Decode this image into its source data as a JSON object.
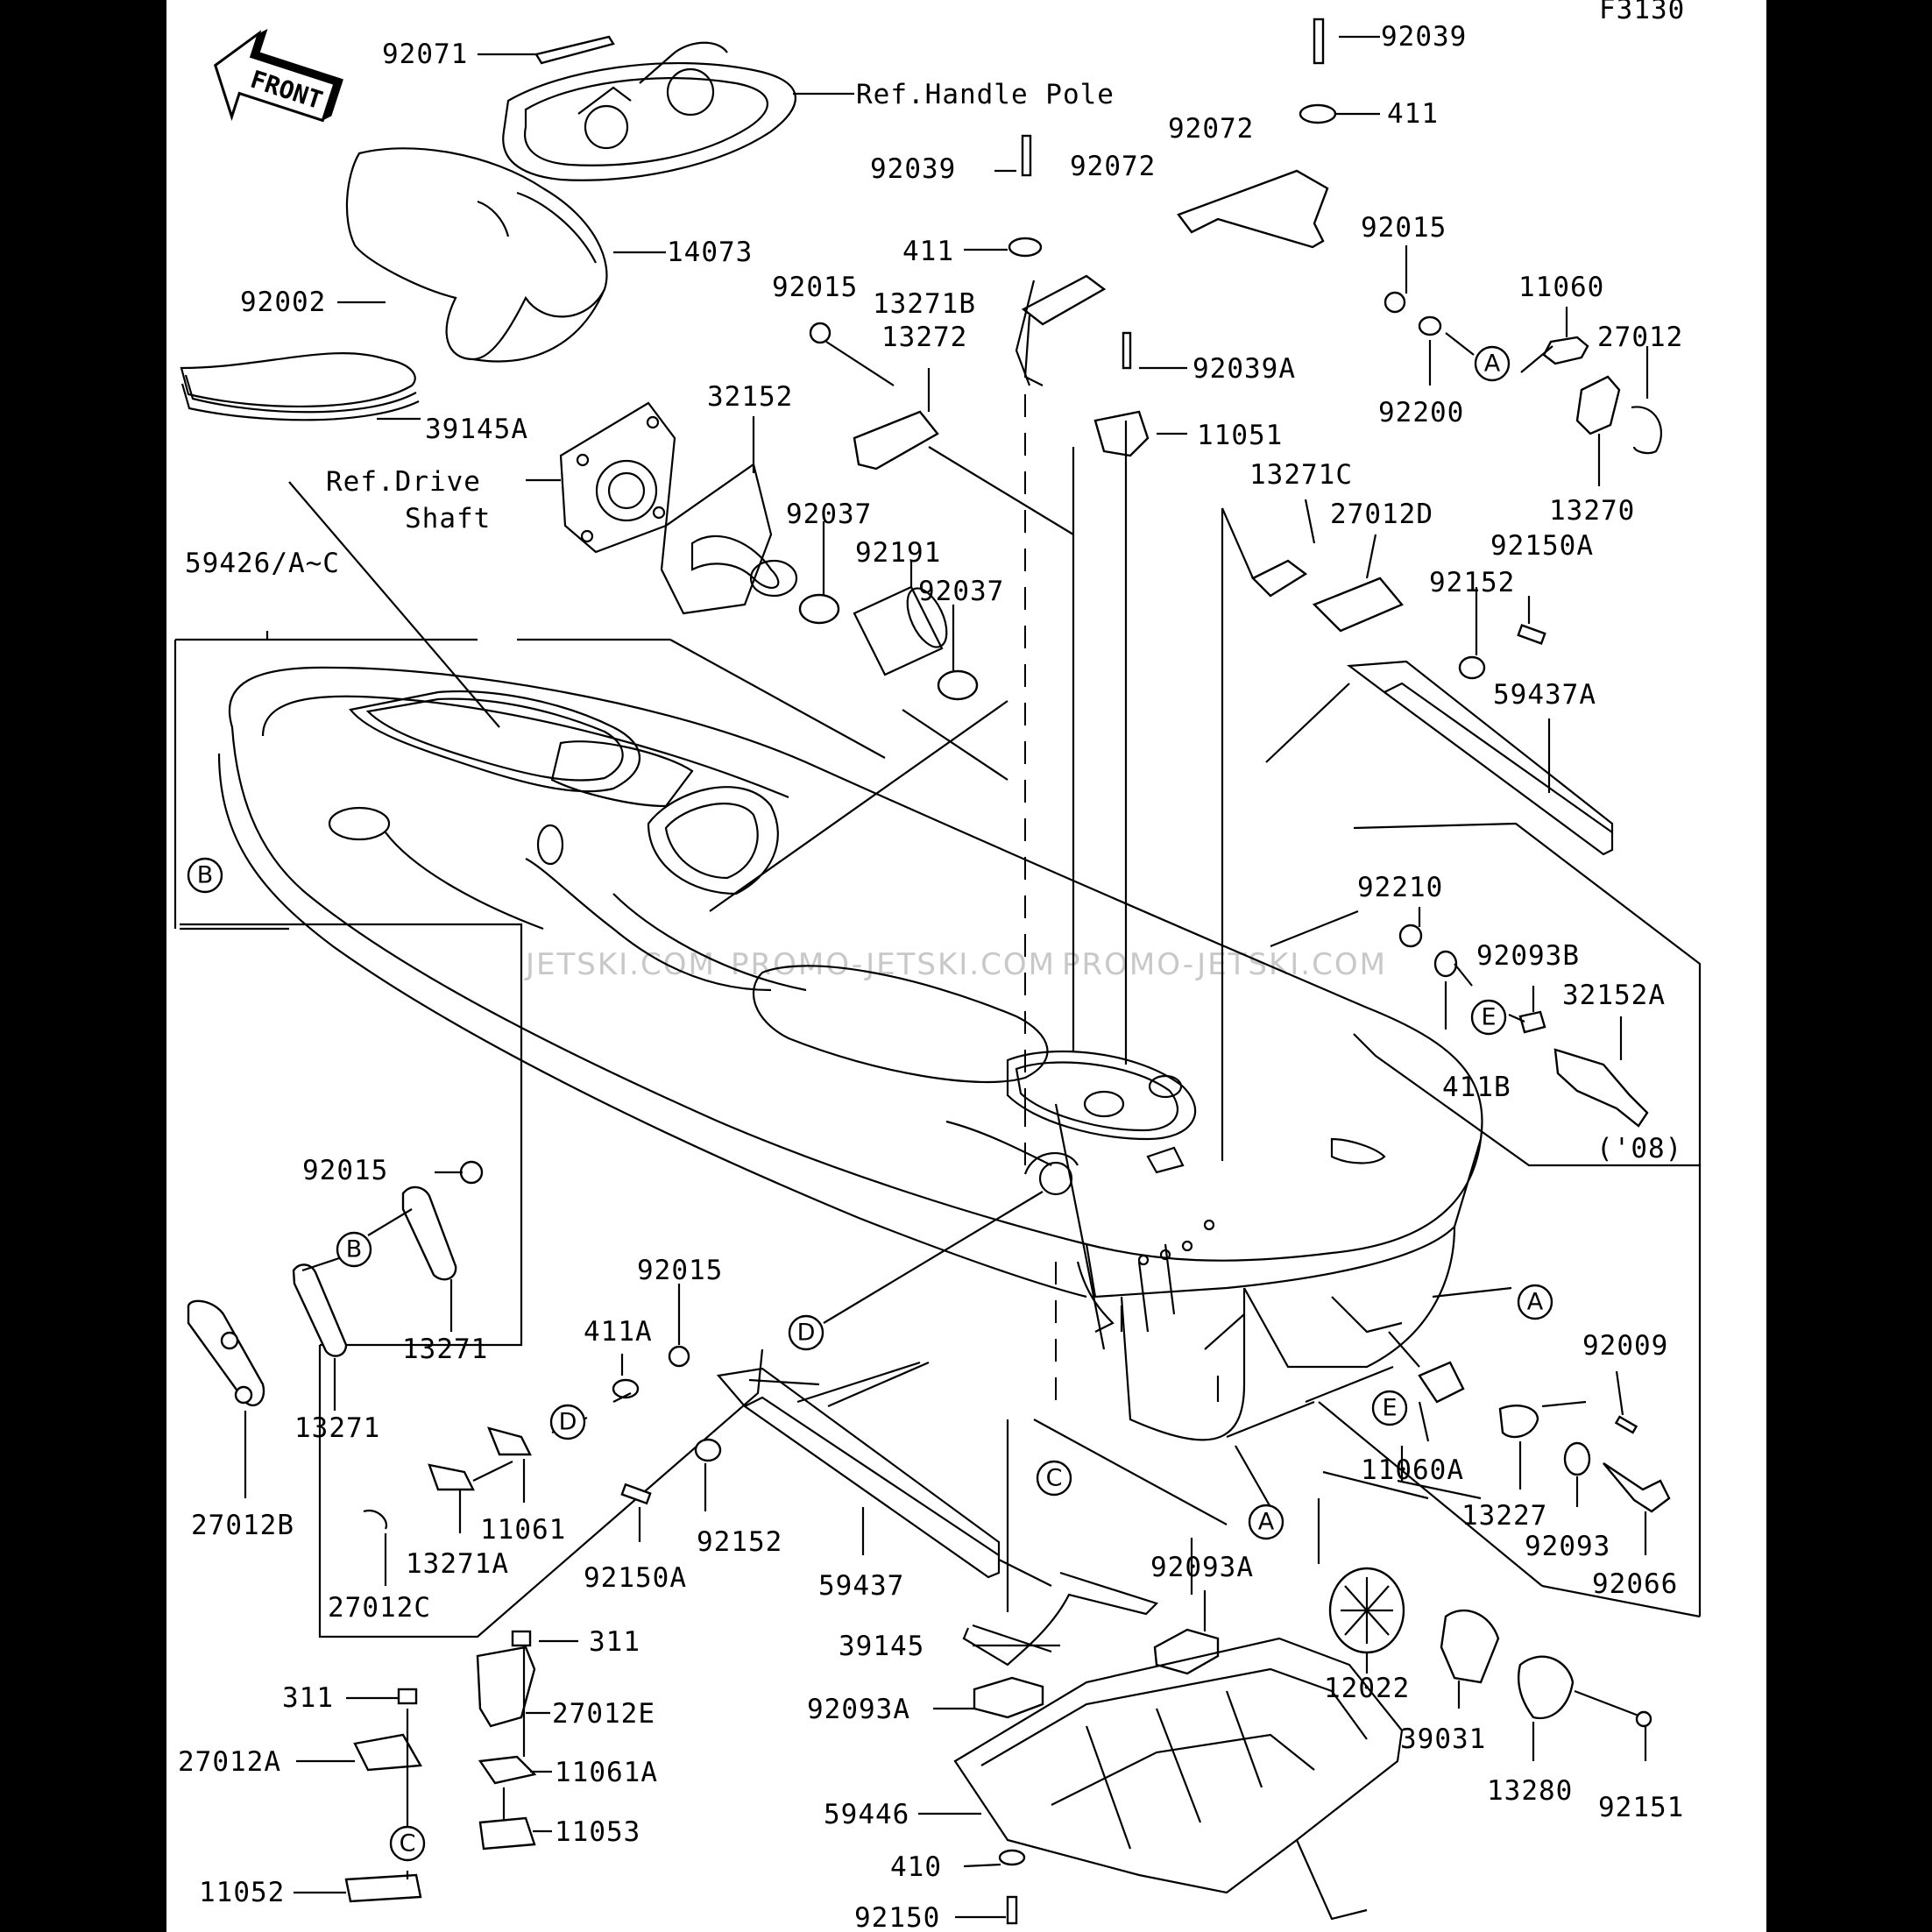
{
  "figure_code": "F3130",
  "front_label": "FRONT",
  "watermarks": [
    "JETSKI.COM",
    "PROMO-JETSKI.COM",
    "PROMO-JETSKI.COM"
  ],
  "references": {
    "handle_pole": "Ref.Handle Pole",
    "drive_shaft_1": "Ref.Drive",
    "drive_shaft_2": "Shaft"
  },
  "year_note": "('08)",
  "callouts": [
    "A",
    "B",
    "C",
    "D",
    "E"
  ],
  "parts": [
    "92071",
    "92039",
    "411",
    "92072",
    "92039",
    "92072",
    "411",
    "14073",
    "92002",
    "92015",
    "92015",
    "13271B",
    "13272",
    "11060",
    "27012",
    "92039A",
    "92200",
    "11051",
    "13270",
    "39145A",
    "32152",
    "13271C",
    "27012D",
    "92150A",
    "92037",
    "92191",
    "92037",
    "92152",
    "59426/A~C",
    "59437A",
    "92210",
    "92093B",
    "32152A",
    "411B",
    "92015",
    "13271",
    "13271",
    "92015",
    "411A",
    "27012B",
    "11061",
    "13271A",
    "27012C",
    "92150A",
    "92152",
    "59437",
    "11060A",
    "92009",
    "13227",
    "92093",
    "92066",
    "92093A",
    "39145",
    "92093A",
    "12022",
    "39031",
    "59446",
    "13280",
    "92151",
    "410",
    "92150",
    "311",
    "27012E",
    "311",
    "27012A",
    "11061A",
    "11053",
    "11052"
  ]
}
